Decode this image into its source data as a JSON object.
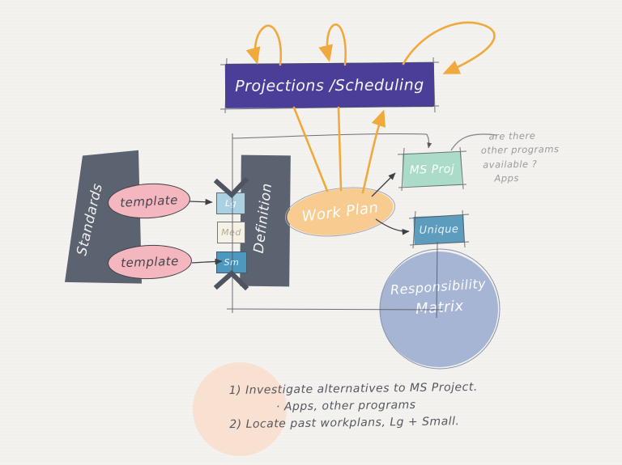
{
  "nodes": {
    "projections": {
      "label": "Projections /Scheduling",
      "color": "#4b3e99"
    },
    "standards": {
      "label": "Standards",
      "color": "#5b6370"
    },
    "template_top": {
      "label": "template",
      "color": "#f4b6bf"
    },
    "template_bottom": {
      "label": "template",
      "color": "#f4b6bf"
    },
    "definition": {
      "label": "Definition",
      "color": "#5b6370"
    },
    "size_lg": {
      "label": "Lg",
      "color": "#abd0e2"
    },
    "size_med": {
      "label": "Med",
      "color": "#f5f1e4"
    },
    "size_sm": {
      "label": "Sm",
      "color": "#4e97be"
    },
    "work_plan": {
      "label": "Work Plan",
      "color": "#f8cb90"
    },
    "ms_proj": {
      "label": "MS Proj",
      "color": "#abdcc9"
    },
    "unique": {
      "label": "Unique",
      "color": "#5e9cbd"
    },
    "responsibility_matrix": {
      "line1": "Responsibility",
      "line2": "Matrix",
      "color": "#a5b5d3"
    }
  },
  "notes": {
    "side_note_lines": [
      "are there",
      "other programs",
      "available ?",
      "Apps"
    ],
    "todo_lines": [
      "1) Investigate alternatives to MS Project.",
      "· Apps, other programs",
      "2) Locate past workplans, Lg + Small."
    ]
  },
  "colors": {
    "paper": "#f3f2ef",
    "arrow_orange": "#f0a93c",
    "ink": "#3f4046",
    "pencil_gray": "#9b9b9d",
    "peach_highlight": "#f8dfcd"
  }
}
